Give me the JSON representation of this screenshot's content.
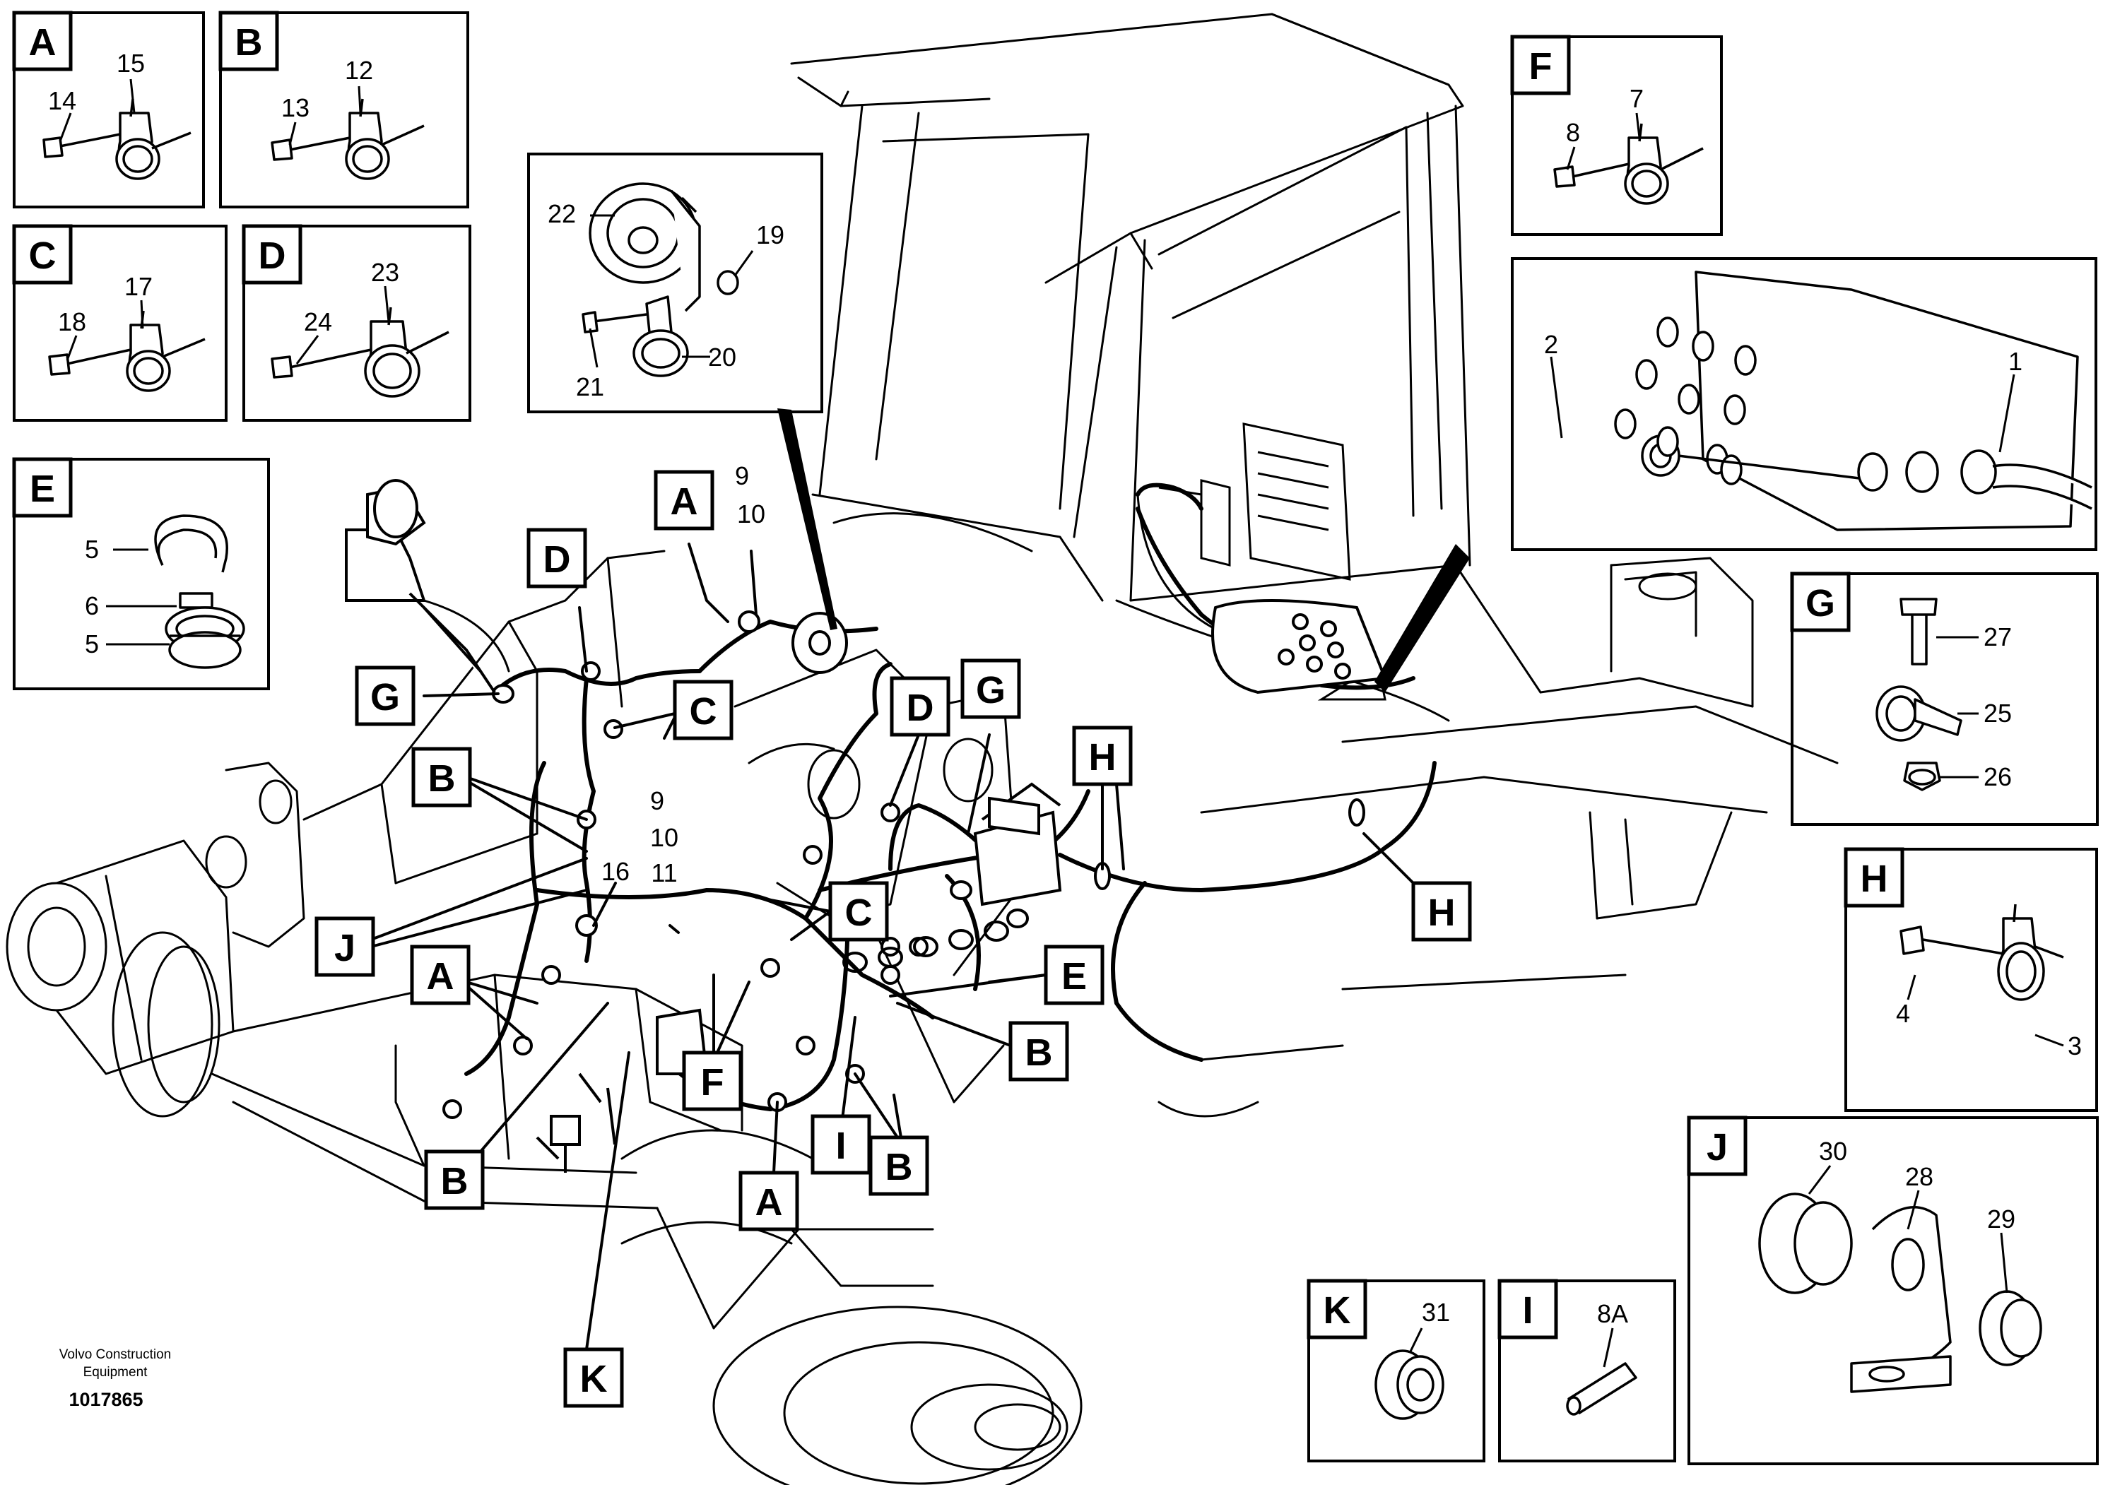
{
  "company": [
    "Volvo Construction",
    "Equipment"
  ],
  "ref_number": "1017865",
  "panels": {
    "A": {
      "letter": "A",
      "n1": "15",
      "n2": "14"
    },
    "B": {
      "letter": "B",
      "n1": "12",
      "n2": "13"
    },
    "C": {
      "letter": "C",
      "n1": "17",
      "n2": "18"
    },
    "D": {
      "letter": "D",
      "n1": "23",
      "n2": "24"
    },
    "E": {
      "letter": "E",
      "n1": "5",
      "n2": "6",
      "n3": "5"
    },
    "F": {
      "letter": "F",
      "n1": "7",
      "n2": "8"
    },
    "G": {
      "letter": "G",
      "n1": "27",
      "n2": "25",
      "n3": "26"
    },
    "H": {
      "letter": "H",
      "n1": "4",
      "n2": "3"
    },
    "J": {
      "letter": "J",
      "n1": "30",
      "n2": "28",
      "n3": "29"
    },
    "K": {
      "letter": "K",
      "n1": "31"
    },
    "I": {
      "letter": "I",
      "n1": "8A"
    }
  },
  "horn_panel": {
    "n22": "22",
    "n19": "19",
    "n20": "20",
    "n21": "21"
  },
  "plate_panel": {
    "n2": "2",
    "n1": "1"
  },
  "callouts": {
    "A1": "A",
    "A2": "A",
    "A3": "A",
    "B1": "B",
    "B2": "B",
    "B3": "B",
    "B4": "B",
    "C1": "C",
    "C2": "C",
    "D1": "D",
    "D2": "D",
    "E1": "E",
    "F1": "F",
    "G1": "G",
    "G2": "G",
    "H1": "H",
    "H2": "H",
    "I1": "I",
    "J1": "J",
    "K1": "K"
  },
  "main_numbers": {
    "top_a": [
      "9",
      "10"
    ],
    "mid": [
      "9",
      "10",
      "11"
    ],
    "n16": "16"
  }
}
